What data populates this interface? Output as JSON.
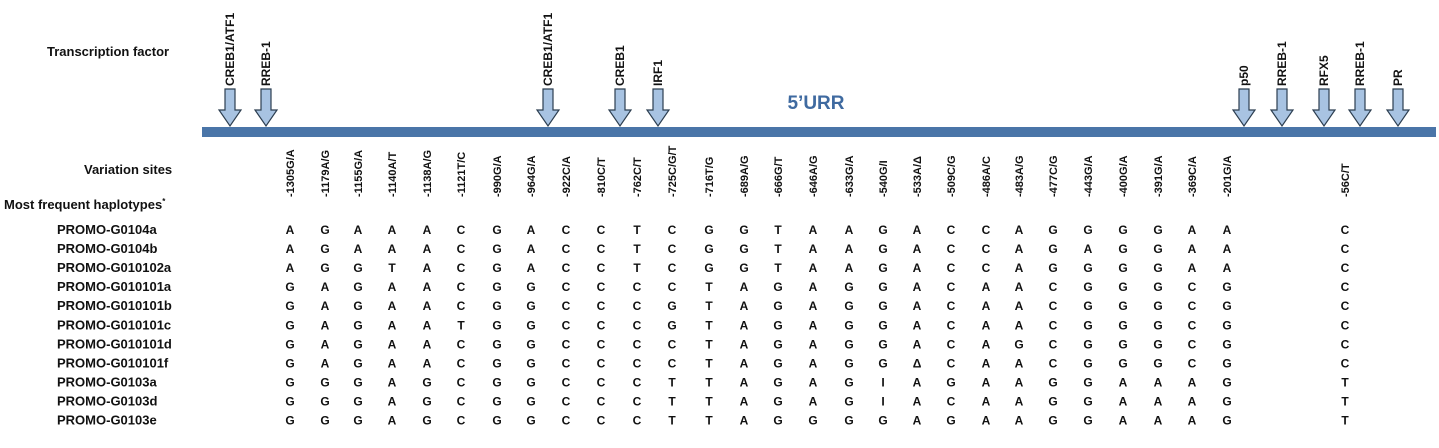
{
  "labels": {
    "tf": "Transcription factor",
    "sites": "Variation sites",
    "haplotypes": "Most frequent haplotypes",
    "haplotypes_mark": "*",
    "region": "5’URR"
  },
  "colors": {
    "bar": "#4a75a8",
    "arrow_fill": "#a8c3e2",
    "arrow_stroke": "#2c3e50",
    "region_text": "#3f6aa0"
  },
  "transcription_factors": [
    "CREB1/ATF1",
    "RREB-1",
    "CREB1/ATF1",
    "CREB1",
    "IRF1",
    "p50",
    "RREB-1",
    "RFX5",
    "RREB-1",
    "PR"
  ],
  "variation_sites": [
    "-1305G/A",
    "-1179A/G",
    "-1155G/A",
    "-1140A/T",
    "-1138A/G",
    "-1121T/C",
    "-990G/A",
    "-964G/A",
    "-922C/A",
    "-810C/T",
    "-762C/T",
    "-725C/G/T",
    "-716T/G",
    "-689A/G",
    "-666G/T",
    "-646A/G",
    "-633G/A",
    "-540G/I",
    "-533A/Δ",
    "-509C/G",
    "-486A/C",
    "-483A/G",
    "-477C/G",
    "-443G/A",
    "-400G/A",
    "-391G/A",
    "-369C/A",
    "-201G/A",
    "-56C/T"
  ],
  "haplotypes": [
    {
      "name": "PROMO-G0104a",
      "alleles": [
        "A",
        "G",
        "A",
        "A",
        "A",
        "C",
        "G",
        "A",
        "C",
        "C",
        "T",
        "C",
        "G",
        "G",
        "T",
        "A",
        "A",
        "G",
        "A",
        "C",
        "C",
        "A",
        "G",
        "G",
        "G",
        "G",
        "A",
        "A",
        "C"
      ]
    },
    {
      "name": "PROMO-G0104b",
      "alleles": [
        "A",
        "G",
        "A",
        "A",
        "A",
        "C",
        "G",
        "A",
        "C",
        "C",
        "T",
        "C",
        "G",
        "G",
        "T",
        "A",
        "A",
        "G",
        "A",
        "C",
        "C",
        "A",
        "G",
        "A",
        "G",
        "G",
        "A",
        "A",
        "C"
      ]
    },
    {
      "name": "PROMO-G010102a",
      "alleles": [
        "A",
        "G",
        "G",
        "T",
        "A",
        "C",
        "G",
        "A",
        "C",
        "C",
        "T",
        "C",
        "G",
        "G",
        "T",
        "A",
        "A",
        "G",
        "A",
        "C",
        "C",
        "A",
        "G",
        "G",
        "G",
        "G",
        "A",
        "A",
        "C"
      ]
    },
    {
      "name": "PROMO-G010101a",
      "alleles": [
        "G",
        "A",
        "G",
        "A",
        "A",
        "C",
        "G",
        "G",
        "C",
        "C",
        "C",
        "C",
        "T",
        "A",
        "G",
        "A",
        "G",
        "G",
        "A",
        "C",
        "A",
        "A",
        "C",
        "G",
        "G",
        "G",
        "C",
        "G",
        "C"
      ]
    },
    {
      "name": "PROMO-G010101b",
      "alleles": [
        "G",
        "A",
        "G",
        "A",
        "A",
        "C",
        "G",
        "G",
        "C",
        "C",
        "C",
        "G",
        "T",
        "A",
        "G",
        "A",
        "G",
        "G",
        "A",
        "C",
        "A",
        "A",
        "C",
        "G",
        "G",
        "G",
        "C",
        "G",
        "C"
      ]
    },
    {
      "name": "PROMO-G010101c",
      "alleles": [
        "G",
        "A",
        "G",
        "A",
        "A",
        "T",
        "G",
        "G",
        "C",
        "C",
        "C",
        "G",
        "T",
        "A",
        "G",
        "A",
        "G",
        "G",
        "A",
        "C",
        "A",
        "A",
        "C",
        "G",
        "G",
        "G",
        "C",
        "G",
        "C"
      ]
    },
    {
      "name": "PROMO-G010101d",
      "alleles": [
        "G",
        "A",
        "G",
        "A",
        "A",
        "C",
        "G",
        "G",
        "C",
        "C",
        "C",
        "C",
        "T",
        "A",
        "G",
        "A",
        "G",
        "G",
        "A",
        "C",
        "A",
        "G",
        "C",
        "G",
        "G",
        "G",
        "C",
        "G",
        "C"
      ]
    },
    {
      "name": "PROMO-G010101f",
      "alleles": [
        "G",
        "A",
        "G",
        "A",
        "A",
        "C",
        "G",
        "G",
        "C",
        "C",
        "C",
        "C",
        "T",
        "A",
        "G",
        "A",
        "G",
        "G",
        "Δ",
        "C",
        "A",
        "A",
        "C",
        "G",
        "G",
        "G",
        "C",
        "G",
        "C"
      ]
    },
    {
      "name": "PROMO-G0103a",
      "alleles": [
        "G",
        "G",
        "G",
        "A",
        "G",
        "C",
        "G",
        "G",
        "C",
        "C",
        "C",
        "T",
        "T",
        "A",
        "G",
        "A",
        "G",
        "I",
        "A",
        "G",
        "A",
        "A",
        "G",
        "G",
        "A",
        "A",
        "A",
        "G",
        "T"
      ]
    },
    {
      "name": "PROMO-G0103d",
      "alleles": [
        "G",
        "G",
        "G",
        "A",
        "G",
        "C",
        "G",
        "G",
        "C",
        "C",
        "C",
        "T",
        "T",
        "A",
        "G",
        "A",
        "G",
        "I",
        "A",
        "C",
        "A",
        "A",
        "G",
        "G",
        "A",
        "A",
        "A",
        "G",
        "T"
      ]
    },
    {
      "name": "PROMO-G0103e",
      "alleles": [
        "G",
        "G",
        "G",
        "A",
        "G",
        "C",
        "G",
        "G",
        "C",
        "C",
        "C",
        "T",
        "T",
        "A",
        "G",
        "G",
        "G",
        "G",
        "A",
        "G",
        "A",
        "A",
        "G",
        "G",
        "A",
        "A",
        "A",
        "G",
        "T"
      ]
    }
  ]
}
